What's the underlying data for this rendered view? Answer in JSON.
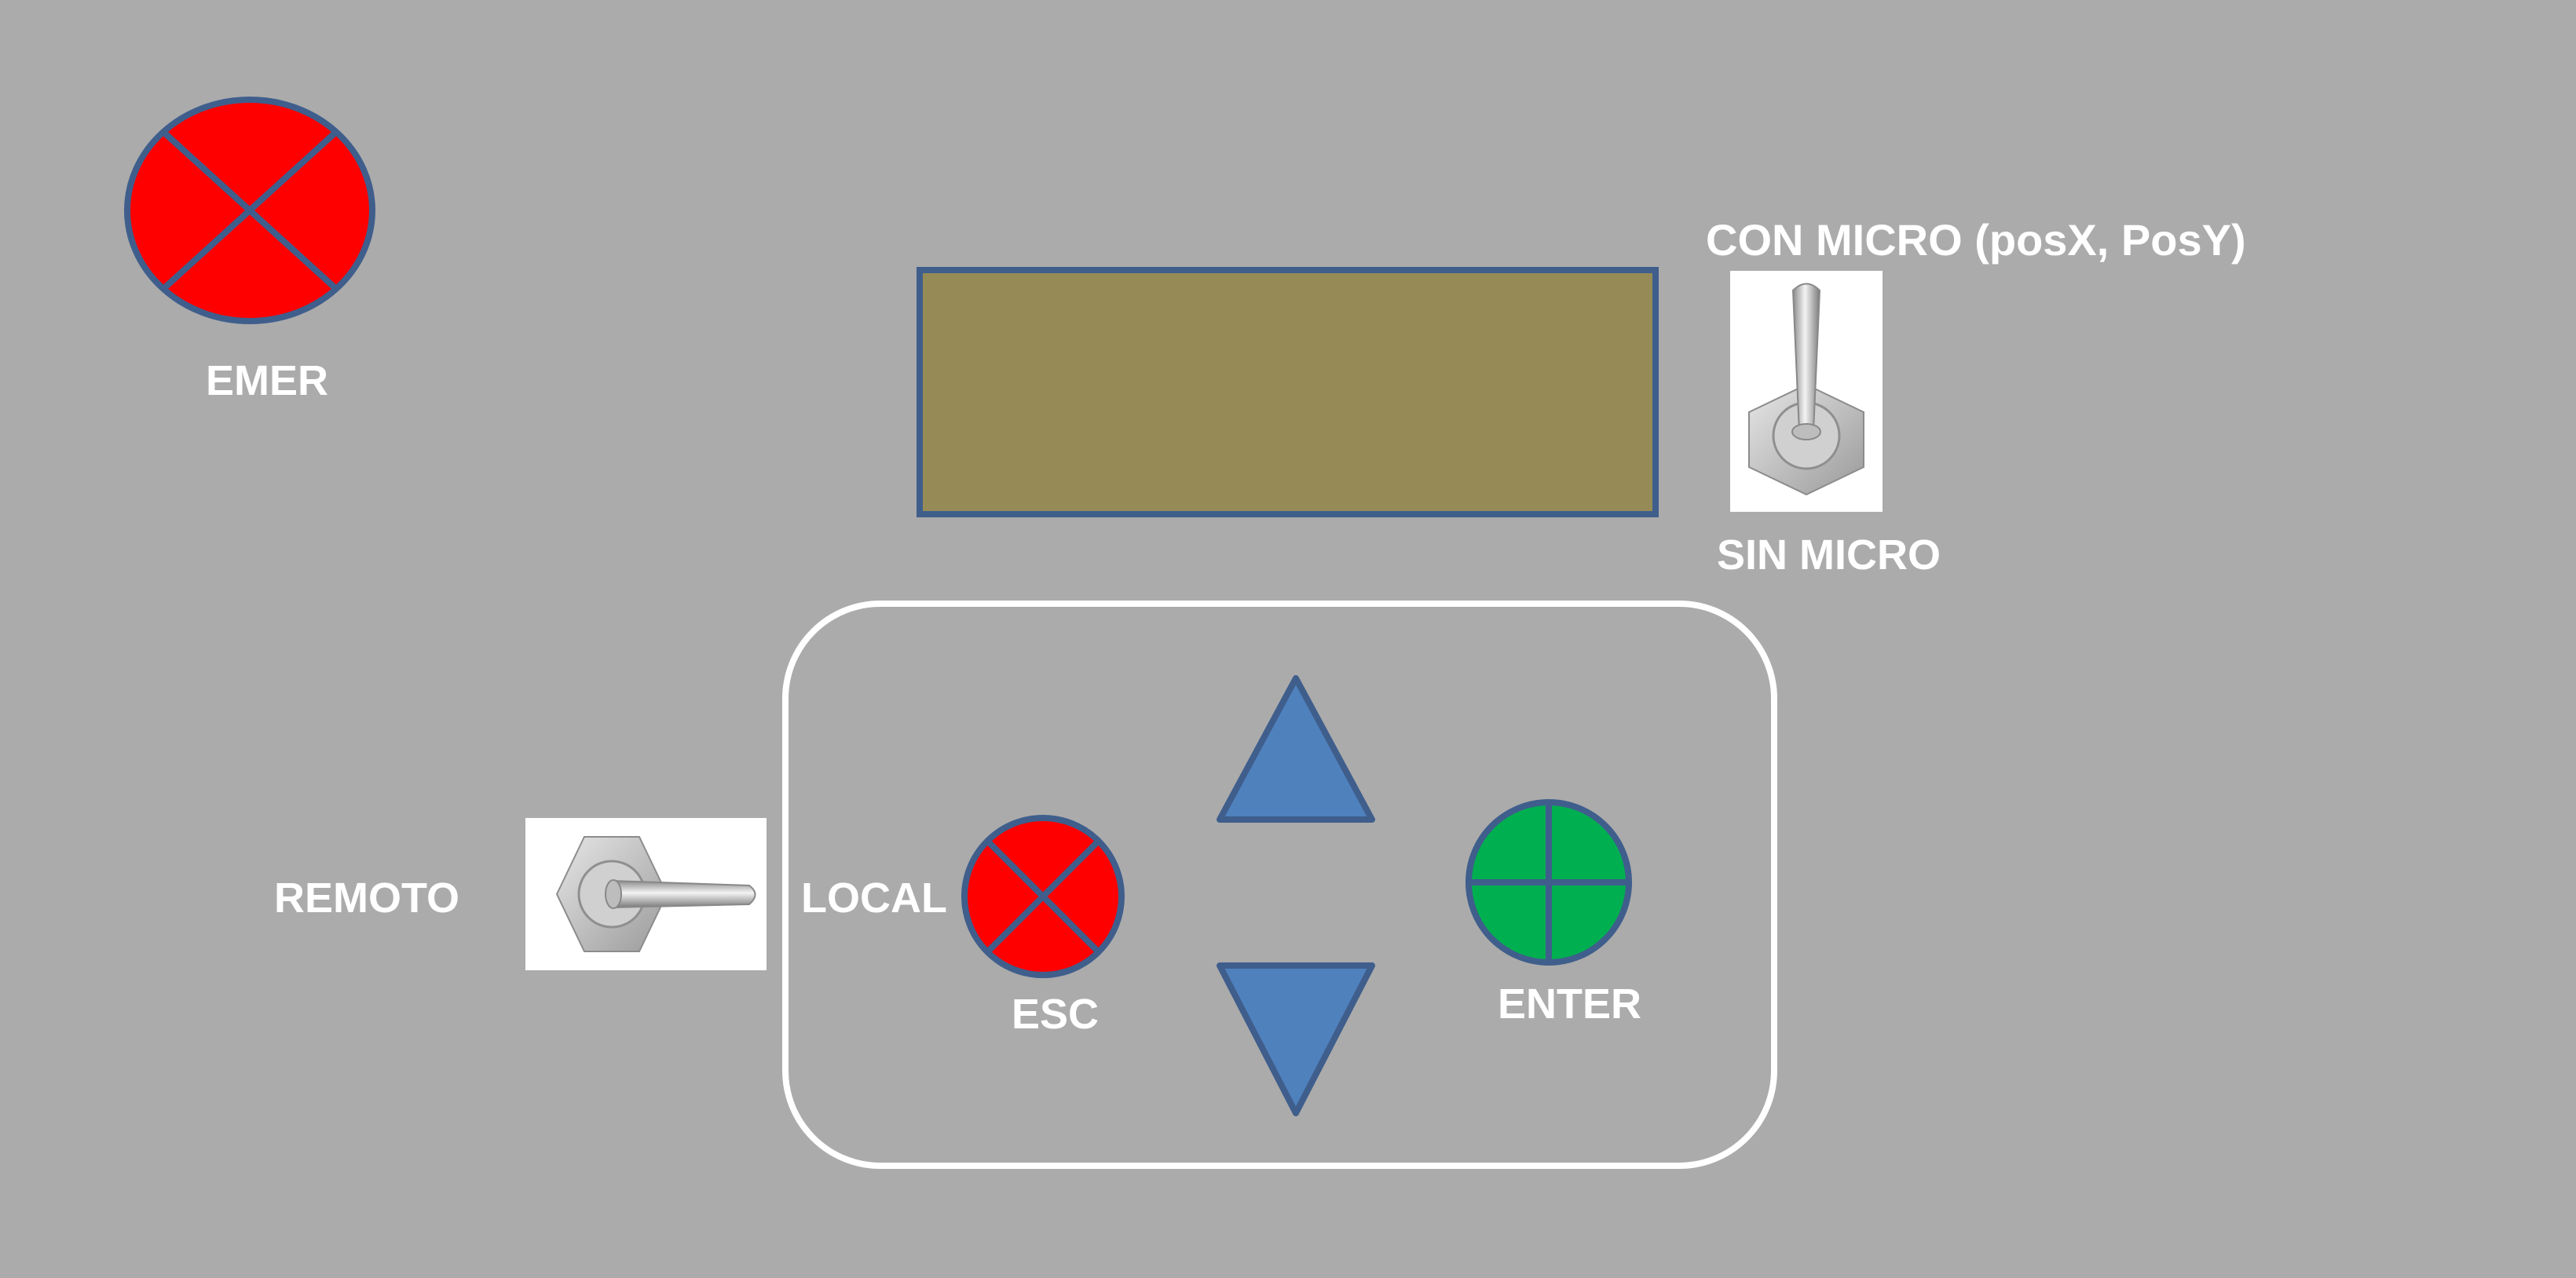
{
  "labels": {
    "emergency": "EMER",
    "micro_on": "CON MICRO (posX, PosY)",
    "micro_off": "SIN MICRO",
    "remote": "REMOTO",
    "local": "LOCAL",
    "escape": "ESC",
    "enter": "ENTER"
  },
  "controls": {
    "emergency_button": {
      "icon": "x-cross-icon",
      "color": "#ff0000"
    },
    "escape_button": {
      "icon": "x-cross-icon",
      "color": "#ff0000"
    },
    "enter_button": {
      "icon": "plus-cross-icon",
      "color": "#00b050"
    },
    "up_button": {
      "icon": "triangle-up-icon",
      "color": "#4f81bd"
    },
    "down_button": {
      "icon": "triangle-down-icon",
      "color": "#4f81bd"
    },
    "micro_switch": {
      "icon": "toggle-switch-icon",
      "state": "up"
    },
    "mode_switch": {
      "icon": "toggle-switch-icon",
      "state": "right"
    }
  },
  "colors": {
    "panel_background": "#ababab",
    "display_fill": "#968b56",
    "outline_blue": "#3f5e8c",
    "label_text": "#ffffff"
  }
}
